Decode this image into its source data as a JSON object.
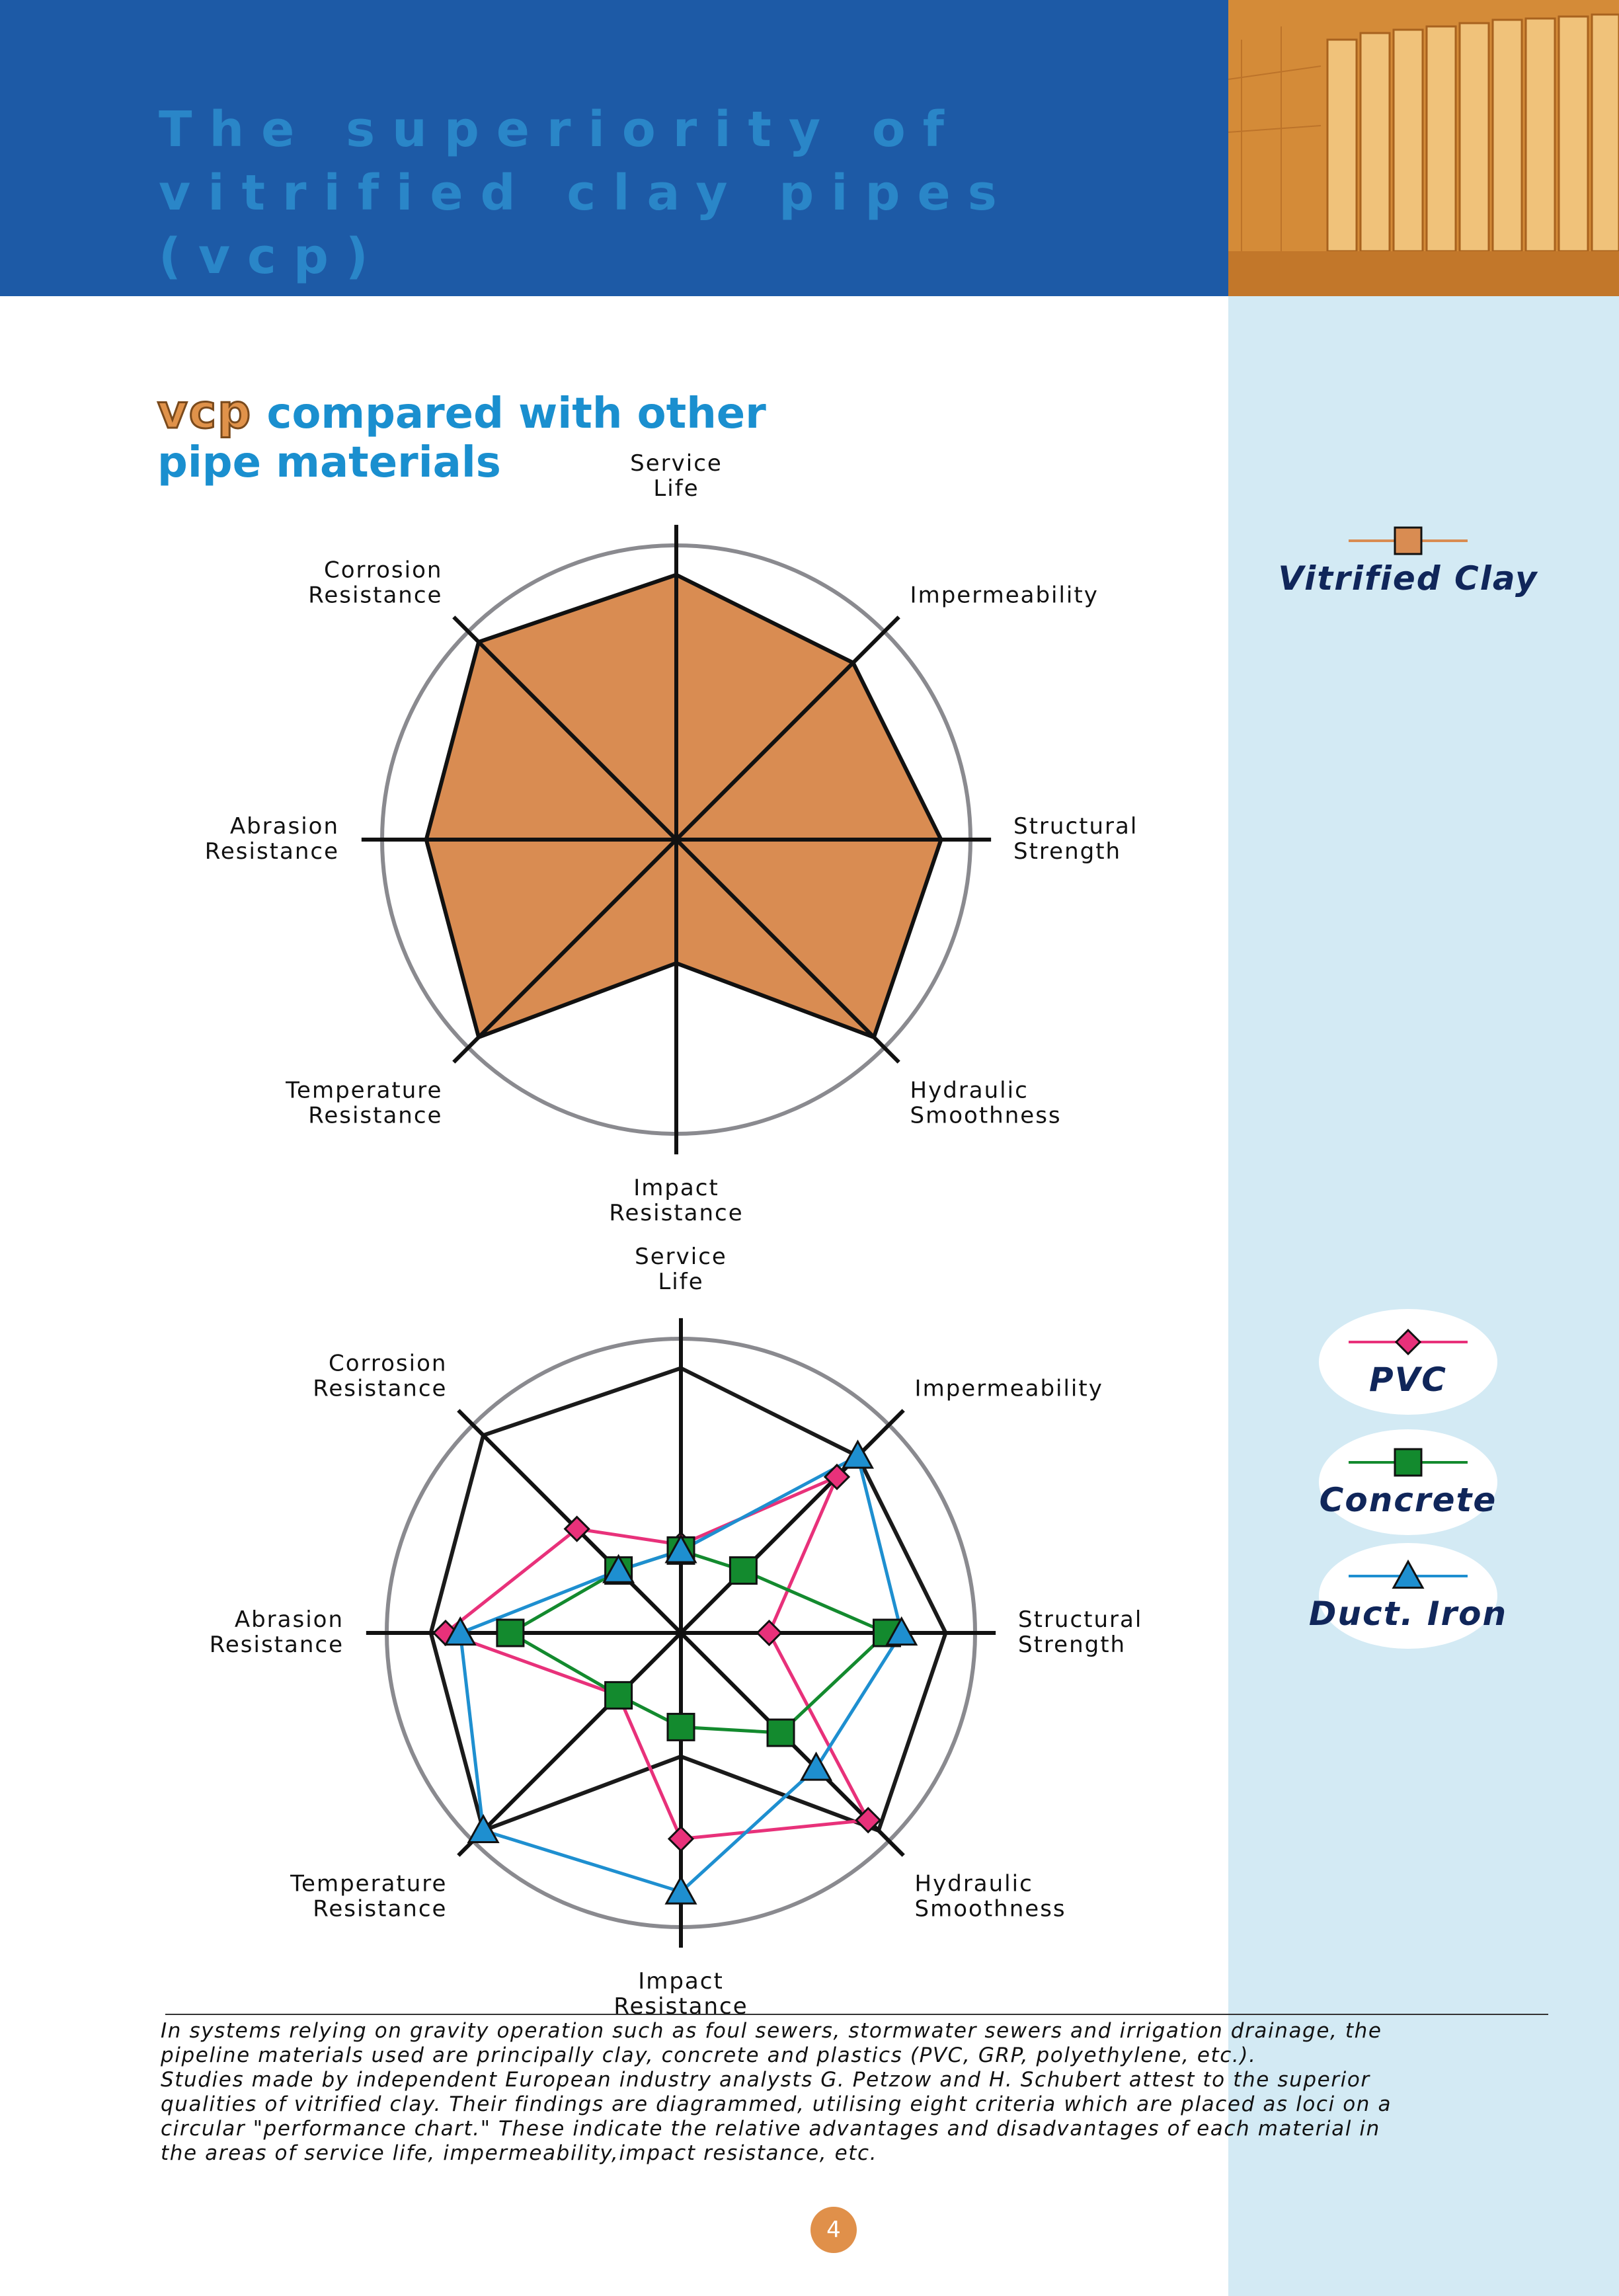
{
  "header": {
    "title_line1": "The superiority of",
    "title_line2": "vitrified clay pipes (vcp)"
  },
  "section": {
    "vcp_word": "vcp",
    "heading_line1_rest": " compared with other",
    "heading_line2": "pipe materials"
  },
  "colors": {
    "header_blue": "#1d5aa6",
    "title_blue": "#2a86c8",
    "heading_blue": "#1a8fcf",
    "sidebar": "#d3eaf4",
    "vitrified_clay": "#d98c52",
    "pvc": "#e8317a",
    "concrete": "#138a2e",
    "ductile_iron": "#1e8fd0",
    "page_number_badge": "#e0904a"
  },
  "chart_data": [
    {
      "type": "radar",
      "axes": [
        "Service Life",
        "Impermeability",
        "Structural Strength",
        "Hydraulic Smoothness",
        "Impact Resistance",
        "Temperature Resistance",
        "Abrasion Resistance",
        "Corrosion Resistance"
      ],
      "axis_label_lines": [
        [
          "Service",
          "Life"
        ],
        [
          "Impermeability"
        ],
        [
          "Structural",
          "Strength"
        ],
        [
          "Hydraulic",
          "Smoothness"
        ],
        [
          "Impact",
          "Resistance"
        ],
        [
          "Temperature",
          "Resistance"
        ],
        [
          "Abrasion",
          "Resistance"
        ],
        [
          "Corrosion",
          "Resistance"
        ]
      ],
      "range": [
        0,
        1
      ],
      "series": [
        {
          "name": "Vitrified Clay",
          "values": [
            0.9,
            0.85,
            0.9,
            0.95,
            0.42,
            0.95,
            0.85,
            0.95
          ],
          "color": "#d98c52",
          "filled": true
        }
      ],
      "grid": false
    },
    {
      "type": "radar",
      "axes": [
        "Service Life",
        "Impermeability",
        "Structural Strength",
        "Hydraulic Smoothness",
        "Impact Resistance",
        "Temperature Resistance",
        "Abrasion Resistance",
        "Corrosion Resistance"
      ],
      "axis_label_lines": [
        [
          "Service",
          "Life"
        ],
        [
          "Impermeability"
        ],
        [
          "Structural",
          "Strength"
        ],
        [
          "Hydraulic",
          "Smoothness"
        ],
        [
          "Impact",
          "Resistance"
        ],
        [
          "Temperature",
          "Resistance"
        ],
        [
          "Abrasion",
          "Resistance"
        ],
        [
          "Corrosion",
          "Resistance"
        ]
      ],
      "range": [
        0,
        1
      ],
      "reference": {
        "values": [
          0.9,
          0.85,
          0.9,
          0.95,
          0.42,
          0.95,
          0.85,
          0.95
        ]
      },
      "series": [
        {
          "name": "PVC",
          "marker": "diamond",
          "values": [
            0.3,
            0.75,
            0.3,
            0.9,
            0.7,
            0.3,
            0.8,
            0.5
          ],
          "color": "#e8317a"
        },
        {
          "name": "Concrete",
          "marker": "square",
          "values": [
            0.28,
            0.3,
            0.7,
            0.48,
            0.32,
            0.3,
            0.58,
            0.3
          ],
          "color": "#138a2e"
        },
        {
          "name": "Duct. Iron",
          "marker": "triangle",
          "values": [
            0.28,
            0.85,
            0.75,
            0.65,
            0.88,
            0.95,
            0.75,
            0.3
          ],
          "color": "#1e8fd0"
        }
      ],
      "grid": false
    }
  ],
  "legends": {
    "top": [
      {
        "label": "Vitrified Clay",
        "marker": "square",
        "color": "#d98c52"
      }
    ],
    "bottom": [
      {
        "label": "PVC",
        "marker": "diamond",
        "color": "#e8317a"
      },
      {
        "label": "Concrete",
        "marker": "square",
        "color": "#138a2e"
      },
      {
        "label": "Duct. Iron",
        "marker": "triangle",
        "color": "#1e8fd0"
      }
    ]
  },
  "body": {
    "para1": "In systems relying on gravity operation such as foul sewers, stormwater sewers and irrigation drainage, the pipeline materials used are principally clay, concrete and plastics (PVC, GRP, polyethylene, etc.).",
    "para2": "Studies made by independent European industry analysts G. Petzow and H. Schubert attest to the superior qualities of vitrified clay. Their findings are diagrammed, utilising eight criteria which are placed as loci on a circular \"performance chart.\" These indicate the  relative advantages and disadvantages of each material in the areas of service life, impermeability,impact resistance, etc."
  },
  "page_number": "4"
}
